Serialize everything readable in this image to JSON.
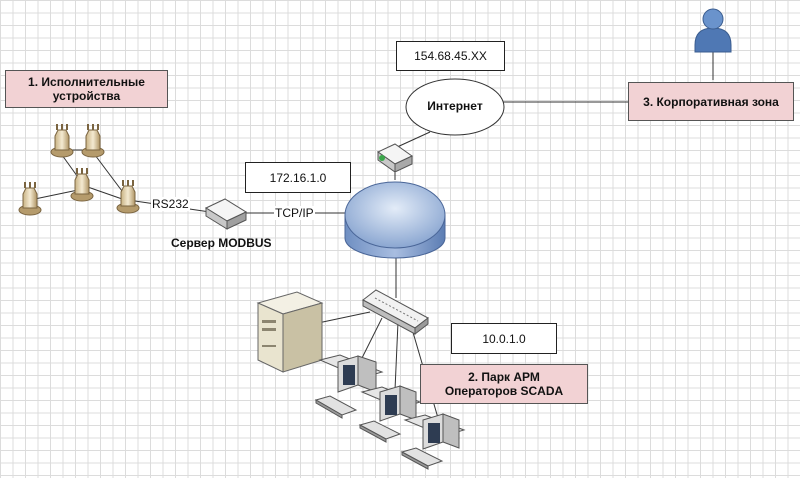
{
  "labels": {
    "executive_devices": "1. Исполнительные устройства",
    "scada_park": "2. Парк АРМ Операторов SCADA",
    "corporate_zone": "3. Корпоративная зона",
    "modbus_server": "Сервер MODBUS",
    "internet": "Интернет"
  },
  "networks": {
    "internet_ip": "154.68.45.XX",
    "server_net": "172.16.1.0",
    "scada_net": "10.0.1.0"
  },
  "links": {
    "rs232": "RS232",
    "tcpip": "TCP/IP"
  },
  "colors": {
    "label_fill": "#f2d2d4",
    "hub_fill": "#a9bfdf",
    "grid": "#dcdcdc"
  }
}
